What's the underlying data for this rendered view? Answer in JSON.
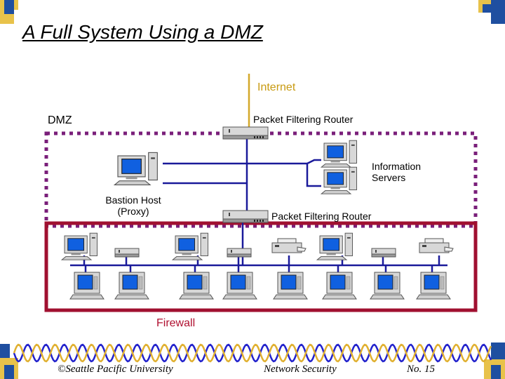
{
  "slide": {
    "title": "A Full System Using a DMZ",
    "footer": {
      "left": "©Seattle Pacific University",
      "center": "Network Security",
      "right": "No. 15"
    }
  },
  "diagram": {
    "internet_label": "Internet",
    "dmz_label": "DMZ",
    "outer_router_label": "Packet Filtering Router",
    "inner_router_label": "Packet Filtering Router",
    "bastion_host_label_1": "Bastion Host",
    "bastion_host_label_2": "(Proxy)",
    "info_servers_label_1": "Information",
    "info_servers_label_2": "Servers",
    "firewall_label": "Firewall"
  },
  "colors": {
    "network_line": "#1a1a9a",
    "internet_line": "#d4a82a",
    "dmz_border": "#7a1f7a",
    "firewall_border": "#a01030",
    "corner_blue": "#1f4fa0",
    "corner_gold": "#e8c24a",
    "wave_blue": "#2222cc",
    "wave_gold": "#e0b030"
  }
}
